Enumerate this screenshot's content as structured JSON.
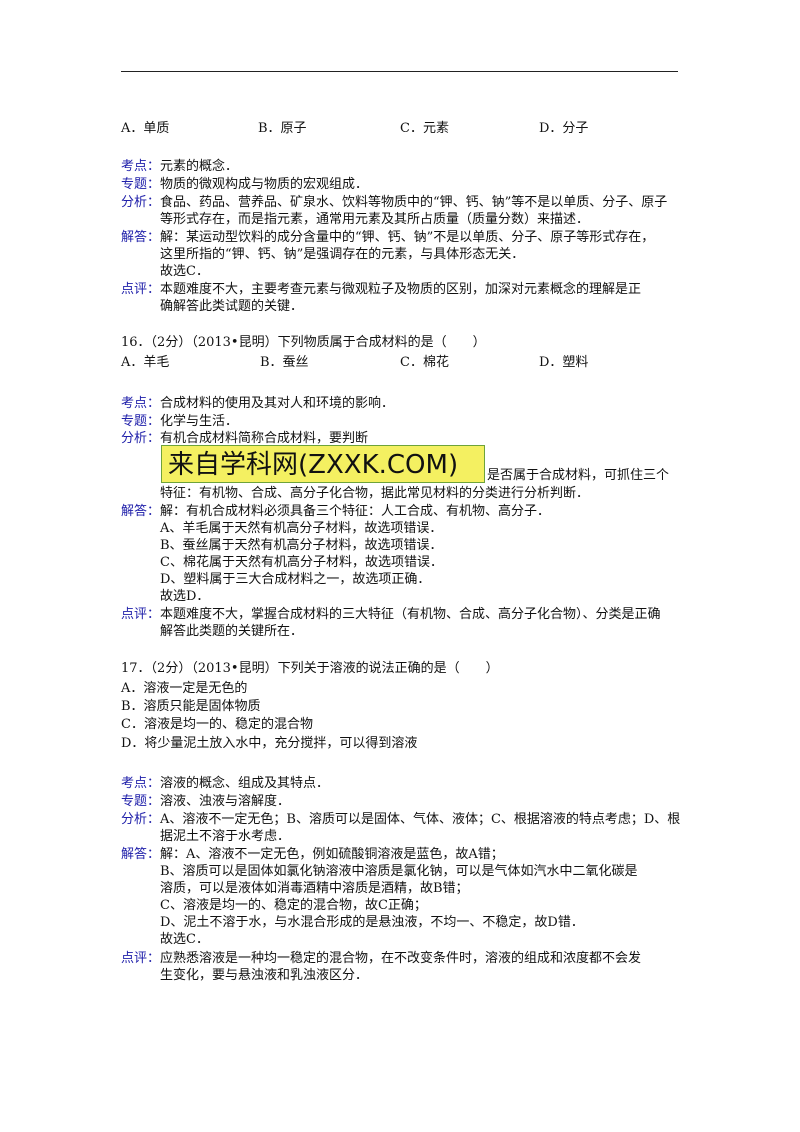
{
  "q15": {
    "options": [
      "A．单质",
      "B．原子",
      "C．元素",
      "D．分子"
    ],
    "kaodian_label": "考点：",
    "kaodian": "元素的概念．",
    "zhuanti_label": "专题：",
    "zhuanti": "物质的微观构成与物质的宏观组成．",
    "fenxi_label": "分析：",
    "fenxi": [
      "食品、药品、营养品、矿泉水、饮料等物质中的“钾、钙、钠”等不是以单质、分子、原子",
      "等形式存在，而是指元素，通常用元素及其所占质量（质量分数）来描述．"
    ],
    "jieda_label": "解答：",
    "jieda": [
      "解：某运动型饮料的成分含量中的“钾、钙、钠”不是以单质、分子、原子等形式存在，",
      "这里所指的“钾、钙、钠”是强调存在的元素，与具体形态无关．",
      "故选C．"
    ],
    "dianping_label": "点评：",
    "dianping": [
      "本题难度不大，主要考查元素与微观粒子及物质的区别，加深对元素概念的理解是正",
      "确解答此类试题的关键．"
    ]
  },
  "q16": {
    "stem": "16．（2分）（2013•昆明）下列物质属于合成材料的是（　　）",
    "options": [
      "A．羊毛",
      "B．蚕丝",
      "C．棉花",
      "D．塑料"
    ],
    "kaodian_label": "考点：",
    "kaodian": "合成材料的使用及其对人和环境的影响．",
    "zhuanti_label": "专题：",
    "zhuanti": "化学与生活．",
    "fenxi_label": "分析：",
    "fenxi": [
      "有机合成材料简称合成材料，要判断",
      "是否属于合成材料，可抓住三个",
      "特征：有机物、合成、高分子化合物，据此常见材料的分类进行分析判断．"
    ],
    "jieda_label": "解答：",
    "jieda": [
      "解：有机合成材料必须具备三个特征：人工合成、有机物、高分子．",
      "A、羊毛属于天然有机高分子材料，故选项错误．",
      "B、蚕丝属于天然有机高分子材料，故选项错误．",
      "C、棉花属于天然有机高分子材料，故选项错误．",
      "D、塑料属于三大合成材料之一，故选项正确．",
      "故选D．"
    ],
    "dianping_label": "点评：",
    "dianping": [
      "本题难度不大，掌握合成材料的三大特征（有机物、合成、高分子化合物）、分类是正确",
      "解答此类题的关键所在．"
    ]
  },
  "watermark_text": "来自学科网(ZXXK.COM)",
  "q17": {
    "stem": "17．（2分）（2013•昆明）下列关于溶液的说法正确的是（　　）",
    "options": [
      "A．溶液一定是无色的",
      "B．溶质只能是固体物质",
      "C．溶液是均一的、稳定的混合物",
      "D．将少量泥土放入水中，充分搅拌，可以得到溶液"
    ],
    "kaodian_label": "考点：",
    "kaodian": "溶液的概念、组成及其特点．",
    "zhuanti_label": "专题：",
    "zhuanti": "溶液、浊液与溶解度．",
    "fenxi_label": "分析：",
    "fenxi": [
      "A、溶液不一定无色；B、溶质可以是固体、气体、液体；C、根据溶液的特点考虑；D、根",
      "据泥土不溶于水考虑．"
    ],
    "jieda_label": "解答：",
    "jieda": [
      "解：A、溶液不一定无色，例如硫酸铜溶液是蓝色，故A错；",
      "B、溶质可以是固体如氯化钠溶液中溶质是氯化钠，可以是气体如汽水中二氧化碳是",
      "溶质，可以是液体如消毒酒精中溶质是酒精，故B错；",
      "C、溶液是均一的、稳定的混合物，故C正确；",
      "D、泥土不溶于水，与水混合形成的是悬浊液，不均一、不稳定，故D错．",
      "故选C．"
    ],
    "dianping_label": "点评：",
    "dianping": [
      "应熟悉溶液是一种均一稳定的混合物，在不改变条件时，溶液的组成和浓度都不会发",
      "生变化，要与悬浊液和乳浊液区分．"
    ]
  }
}
